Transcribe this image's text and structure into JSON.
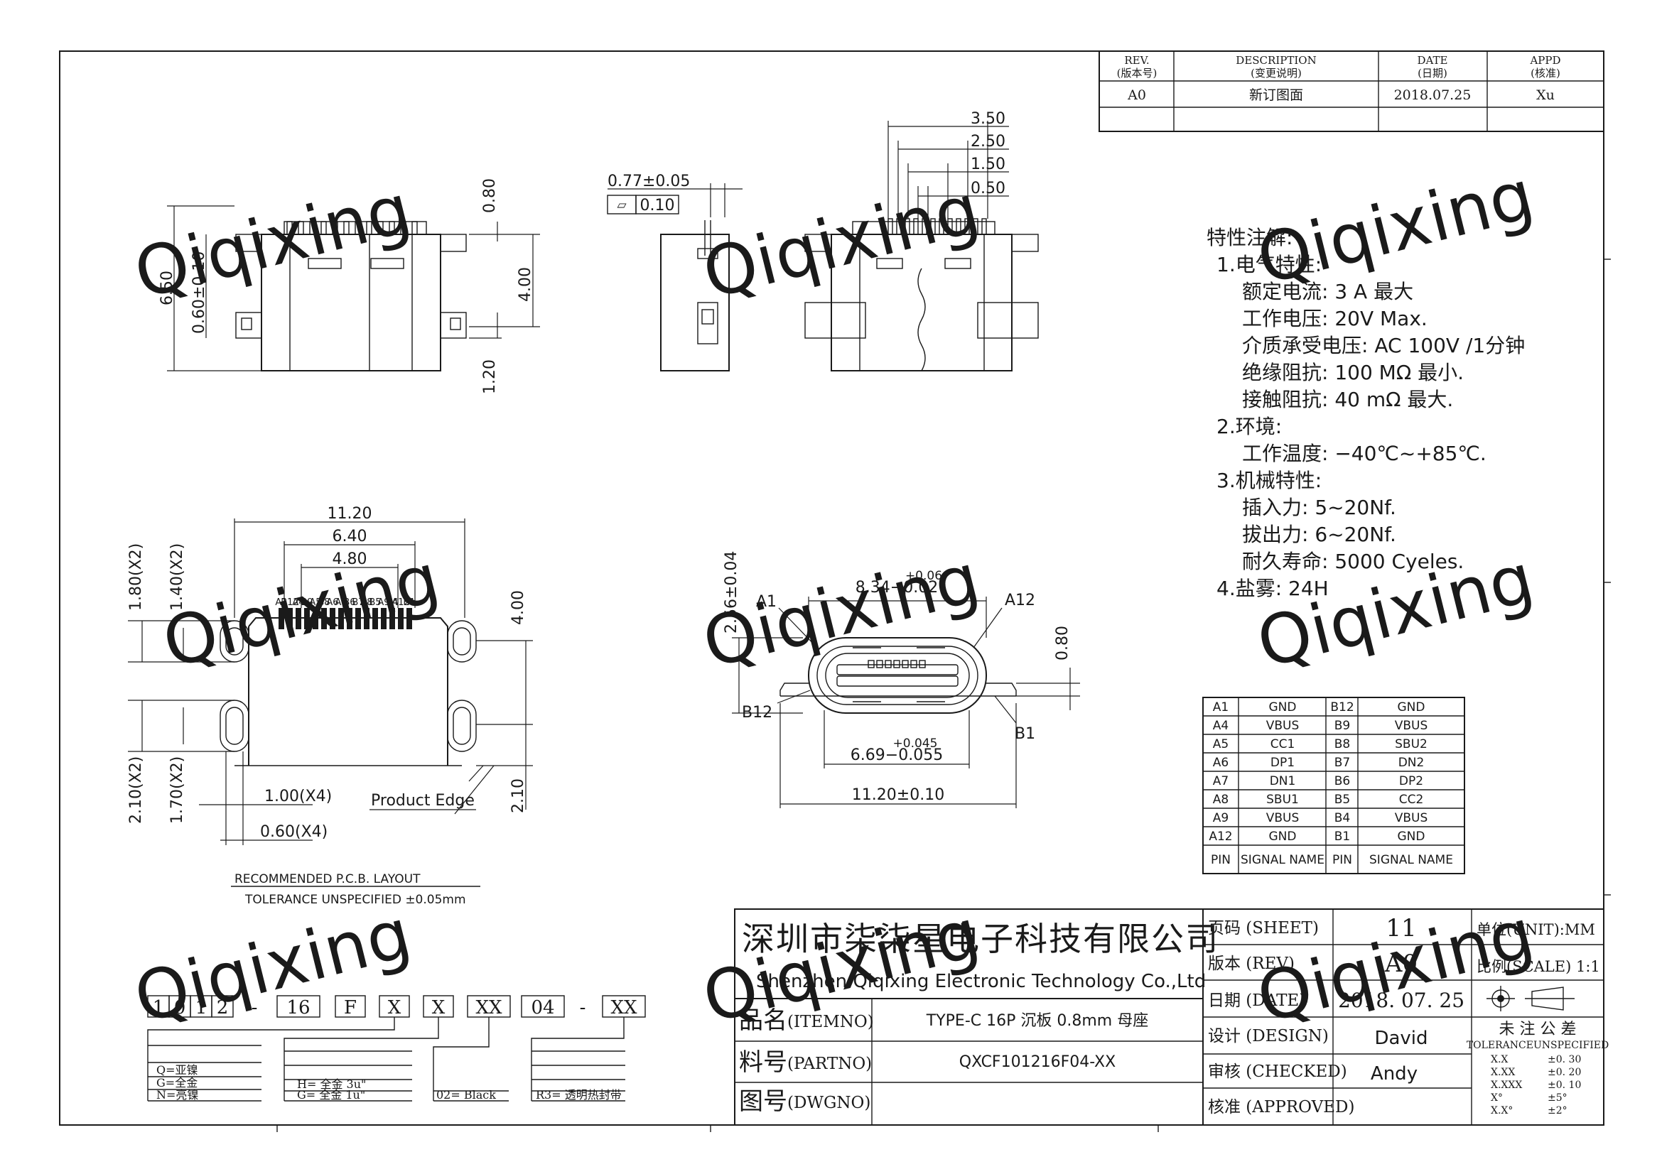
{
  "watermark": "Qiqixing",
  "revision_table": {
    "headers": [
      {
        "en": "REV.",
        "zh": "(版本号)"
      },
      {
        "en": "DESCRIPTION",
        "zh": "(变更说明)"
      },
      {
        "en": "DATE",
        "zh": "(日期)"
      },
      {
        "en": "APPD",
        "zh": "(核准)"
      }
    ],
    "rows": [
      {
        "rev": "A0",
        "description": "新订图面",
        "date": "2018.07.25",
        "appd": "Xu"
      }
    ]
  },
  "top_left_view": {
    "dims": {
      "d650": "6.50",
      "d060": "0.60±0.10",
      "d080": "0.80",
      "d400": "4.00",
      "d120": "1.20"
    }
  },
  "side_view": {
    "dims": {
      "d077": "0.77±0.05",
      "flatness_symbol": "⏥",
      "flatness": "0.10"
    }
  },
  "front_view": {
    "dims": {
      "d350": "3.50",
      "d250": "2.50",
      "d150": "1.50",
      "d050": "0.50"
    }
  },
  "pcb_layout": {
    "dims": {
      "d1120": "11.20",
      "d640": "6.40",
      "d480": "4.80",
      "d180": "1.80(X2)",
      "d140": "1.40(X2)",
      "d210x2": "2.10(X2)",
      "d170": "1.70(X2)",
      "d400": "4.00",
      "d210": "2.10",
      "d100": "1.00(X4)",
      "d060": "0.60(X4)"
    },
    "pad_labels": [
      "A1",
      "B12",
      "A4",
      "B9",
      "A5",
      "B8",
      "A6",
      "A7",
      "B6",
      "B7",
      "A8",
      "B5",
      "A9",
      "B4",
      "A12",
      "B1"
    ],
    "product_edge": "Product Edge",
    "title": "RECOMMENDED   P.C.B.  LAYOUT",
    "tolerance": "TOLERANCE  UNSPECIFIED  ±0.05mm"
  },
  "receptacle_view": {
    "dims": {
      "d256": "2.56±0.04",
      "d834_tol": "+0.06",
      "d834": "8.34−0.02",
      "d080": "0.80",
      "d669_tol": "+0.045",
      "d669": "6.69−0.055",
      "d1120": "11.20±0.10"
    },
    "labels": {
      "a1": "A1",
      "a12": "A12",
      "b12": "B12",
      "b1": "B1"
    }
  },
  "specs": {
    "title": "特性注解:",
    "lines": [
      "1.电气特性:",
      "额定电流:  3  A   最大",
      "工作电压:    20V  Max.",
      "介质承受电压:  AC  100V  /1分钟",
      "绝缘阻抗:  100  MΩ   最小.",
      "接触阻抗:  40  mΩ   最大.",
      "2.环境:",
      "工作温度:  −40℃~+85℃.",
      "3.机械特性:",
      "插入力:  5~20Nf.",
      "拔出力:  6~20Nf.",
      "耐久寿命:  5000  Cyeles.",
      "4.盐雾:  24H"
    ]
  },
  "pin_table": {
    "rows": [
      [
        "A1",
        "GND",
        "B12",
        "GND"
      ],
      [
        "A4",
        "VBUS",
        "B9",
        "VBUS"
      ],
      [
        "A5",
        "CC1",
        "B8",
        "SBU2"
      ],
      [
        "A6",
        "DP1",
        "B7",
        "DN2"
      ],
      [
        "A7",
        "DN1",
        "B6",
        "DP2"
      ],
      [
        "A8",
        "SBU1",
        "B5",
        "CC2"
      ],
      [
        "A9",
        "VBUS",
        "B4",
        "VBUS"
      ],
      [
        "A12",
        "GND",
        "B1",
        "GND"
      ],
      [
        "PIN",
        "SIGNAL  NAME",
        "PIN",
        "SIGNAL  NAME"
      ]
    ]
  },
  "part_code": {
    "boxes": [
      "1",
      "0",
      "1",
      "2",
      "-",
      "16",
      "F",
      "X",
      "X",
      "XX",
      "04",
      "-",
      "XX"
    ],
    "legend_plating": [
      "Q=亚镍",
      "G=全金",
      "N=亮镍"
    ],
    "legend_gold": [
      "H= 全金 3u\"",
      "G= 全金 1u\""
    ],
    "legend_color": "02= Black",
    "legend_pack": "R3= 透明热封带"
  },
  "title_block": {
    "company_zh": "深圳市柒柒星电子科技有限公司",
    "company_en": "Shenzhen Qiqixing Electronic Technology Co.,Ltd",
    "item_label": "品名",
    "item_label_en": "(ITEMNO)",
    "item_value": "TYPE-C 16P 沉板 0.8mm 母座",
    "part_label": "料号",
    "part_label_en": "(PARTNO)",
    "part_value": "QXCF101216F04-XX",
    "dwg_label": "图号",
    "dwg_label_en": "(DWGNO)",
    "sheet_label": "页码 (SHEET)",
    "sheet_value": "11",
    "rev_label": "版本 (REV)",
    "rev_value": "A0",
    "date_label": "日期 (DATE)",
    "date_value": "2018. 07. 25",
    "design_label": "设计 (DESIGN)",
    "design_value": "David",
    "checked_label": "审核 (CHECKED)",
    "checked_value": "Andy",
    "approved_label": "核准 (APPROVED)",
    "unit": "单位(UNIT):MM",
    "scale": "比例(SCALE) 1:1",
    "tol_title_zh": "未 注 公 差",
    "tol_title_en": "TOLERANCEUNSPECIFIED",
    "tolerances": [
      {
        "k": "X.X",
        "v": "±0. 30"
      },
      {
        "k": "X.XX",
        "v": "±0. 20"
      },
      {
        "k": "X.XXX",
        "v": "±0. 10"
      },
      {
        "k": "X°",
        "v": "±5°"
      },
      {
        "k": "X.X°",
        "v": "±2°"
      }
    ]
  }
}
